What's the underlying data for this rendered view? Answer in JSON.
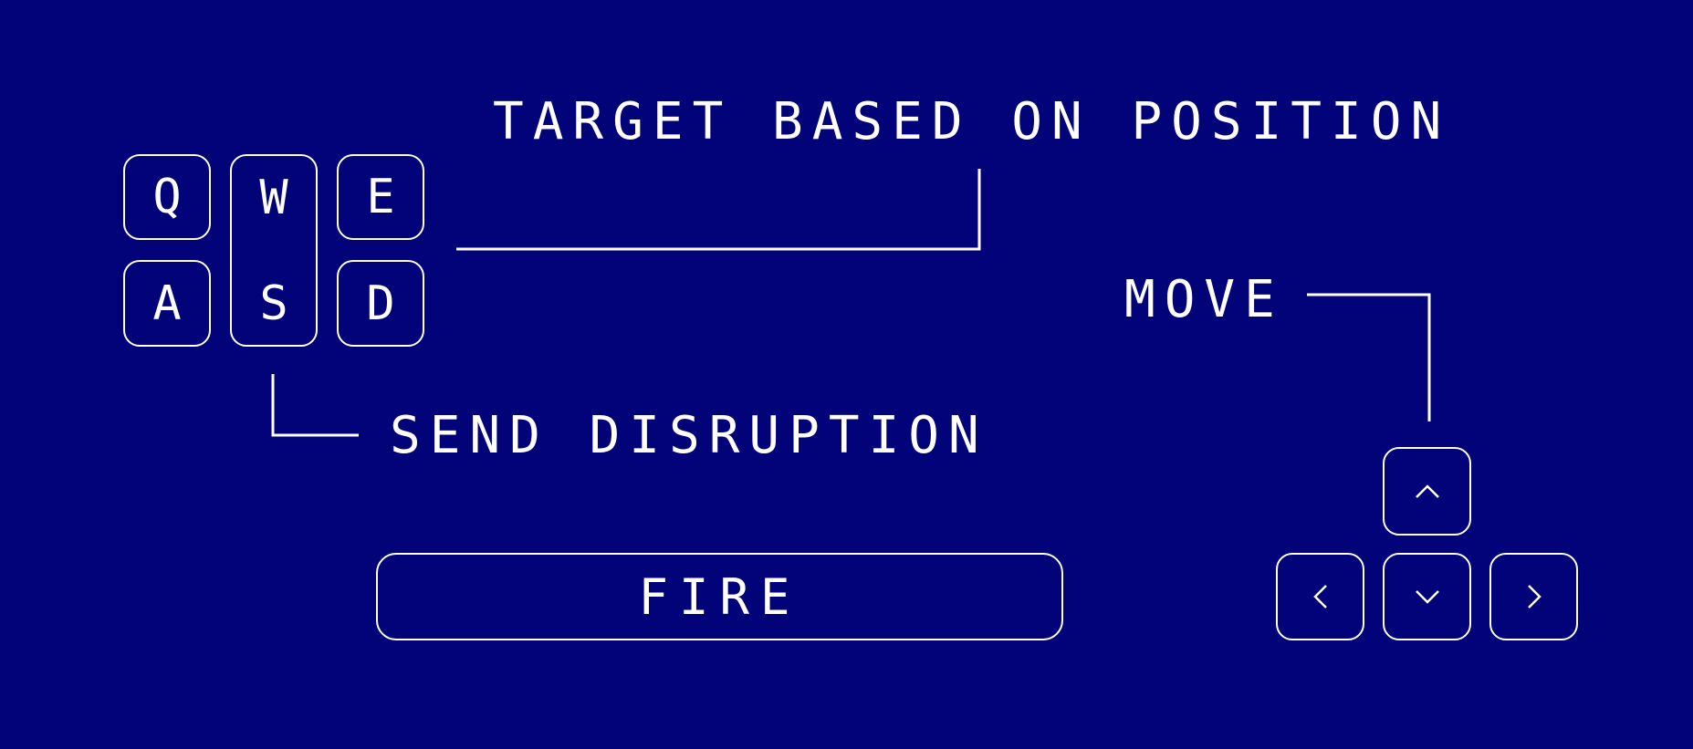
{
  "colors": {
    "background": "#020378",
    "foreground": "#ffffff"
  },
  "labels": {
    "target": "TARGET BASED ON POSITION",
    "move": "MOVE",
    "send": "SEND DISRUPTION"
  },
  "keys": {
    "q": "Q",
    "w": "W",
    "e": "E",
    "a": "A",
    "s": "S",
    "d": "D"
  },
  "fire": {
    "label": "FIRE"
  },
  "arrow_keys": {
    "up": "chevron-up-icon",
    "left": "chevron-left-icon",
    "down": "chevron-down-icon",
    "right": "chevron-right-icon"
  }
}
